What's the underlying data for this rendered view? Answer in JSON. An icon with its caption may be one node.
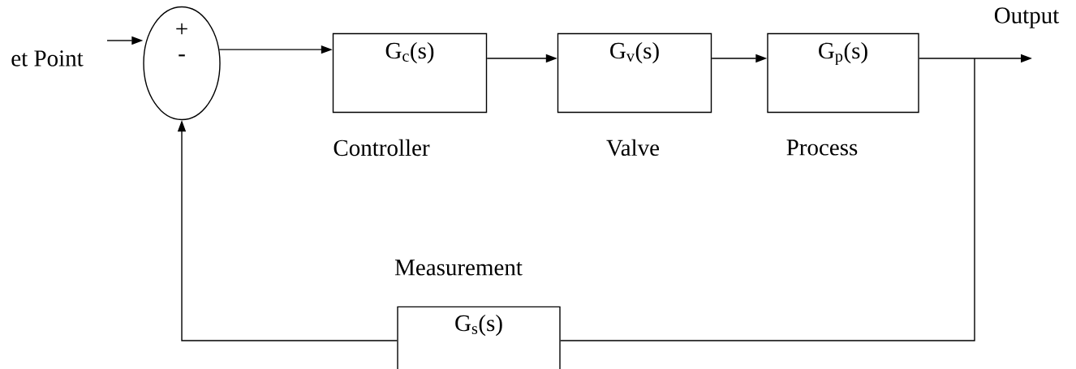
{
  "diagram": {
    "nodes": [
      {
        "text": [
          "+",
          "-"
        ]
      },
      {
        "text": [
          "G$_{c}$(s)"
        ],
        "beside": [
          "Controller"
        ]
      },
      {
        "text": [
          "G$_{v}$(s)"
        ],
        "beside": [
          "Valve"
        ]
      },
      {
        "text": [
          "G$_{p}$(s)"
        ],
        "beside": [
          "Process"
        ]
      },
      {
        "text": [
          "G$_{s}$(s)"
        ],
        "beside": [
          "Measurement"
        ]
      }
    ],
    "edges": [
      {
        "from": null,
        "to": 0,
        "arrow": "to"
      },
      {
        "from": 0,
        "to": 1,
        "arrow": "to"
      },
      {
        "from": 1,
        "to": 2,
        "arrow": "to"
      },
      {
        "from": 2,
        "to": 3,
        "arrow": "to"
      },
      {
        "from": 3,
        "to": null,
        "arrow": "to"
      },
      {
        "from": 3,
        "to": 4,
        "arrow": "none"
      },
      {
        "from": 4,
        "to": 0,
        "arrow": "to"
      }
    ],
    "labels": [
      "et Point",
      "Output"
    ]
  }
}
